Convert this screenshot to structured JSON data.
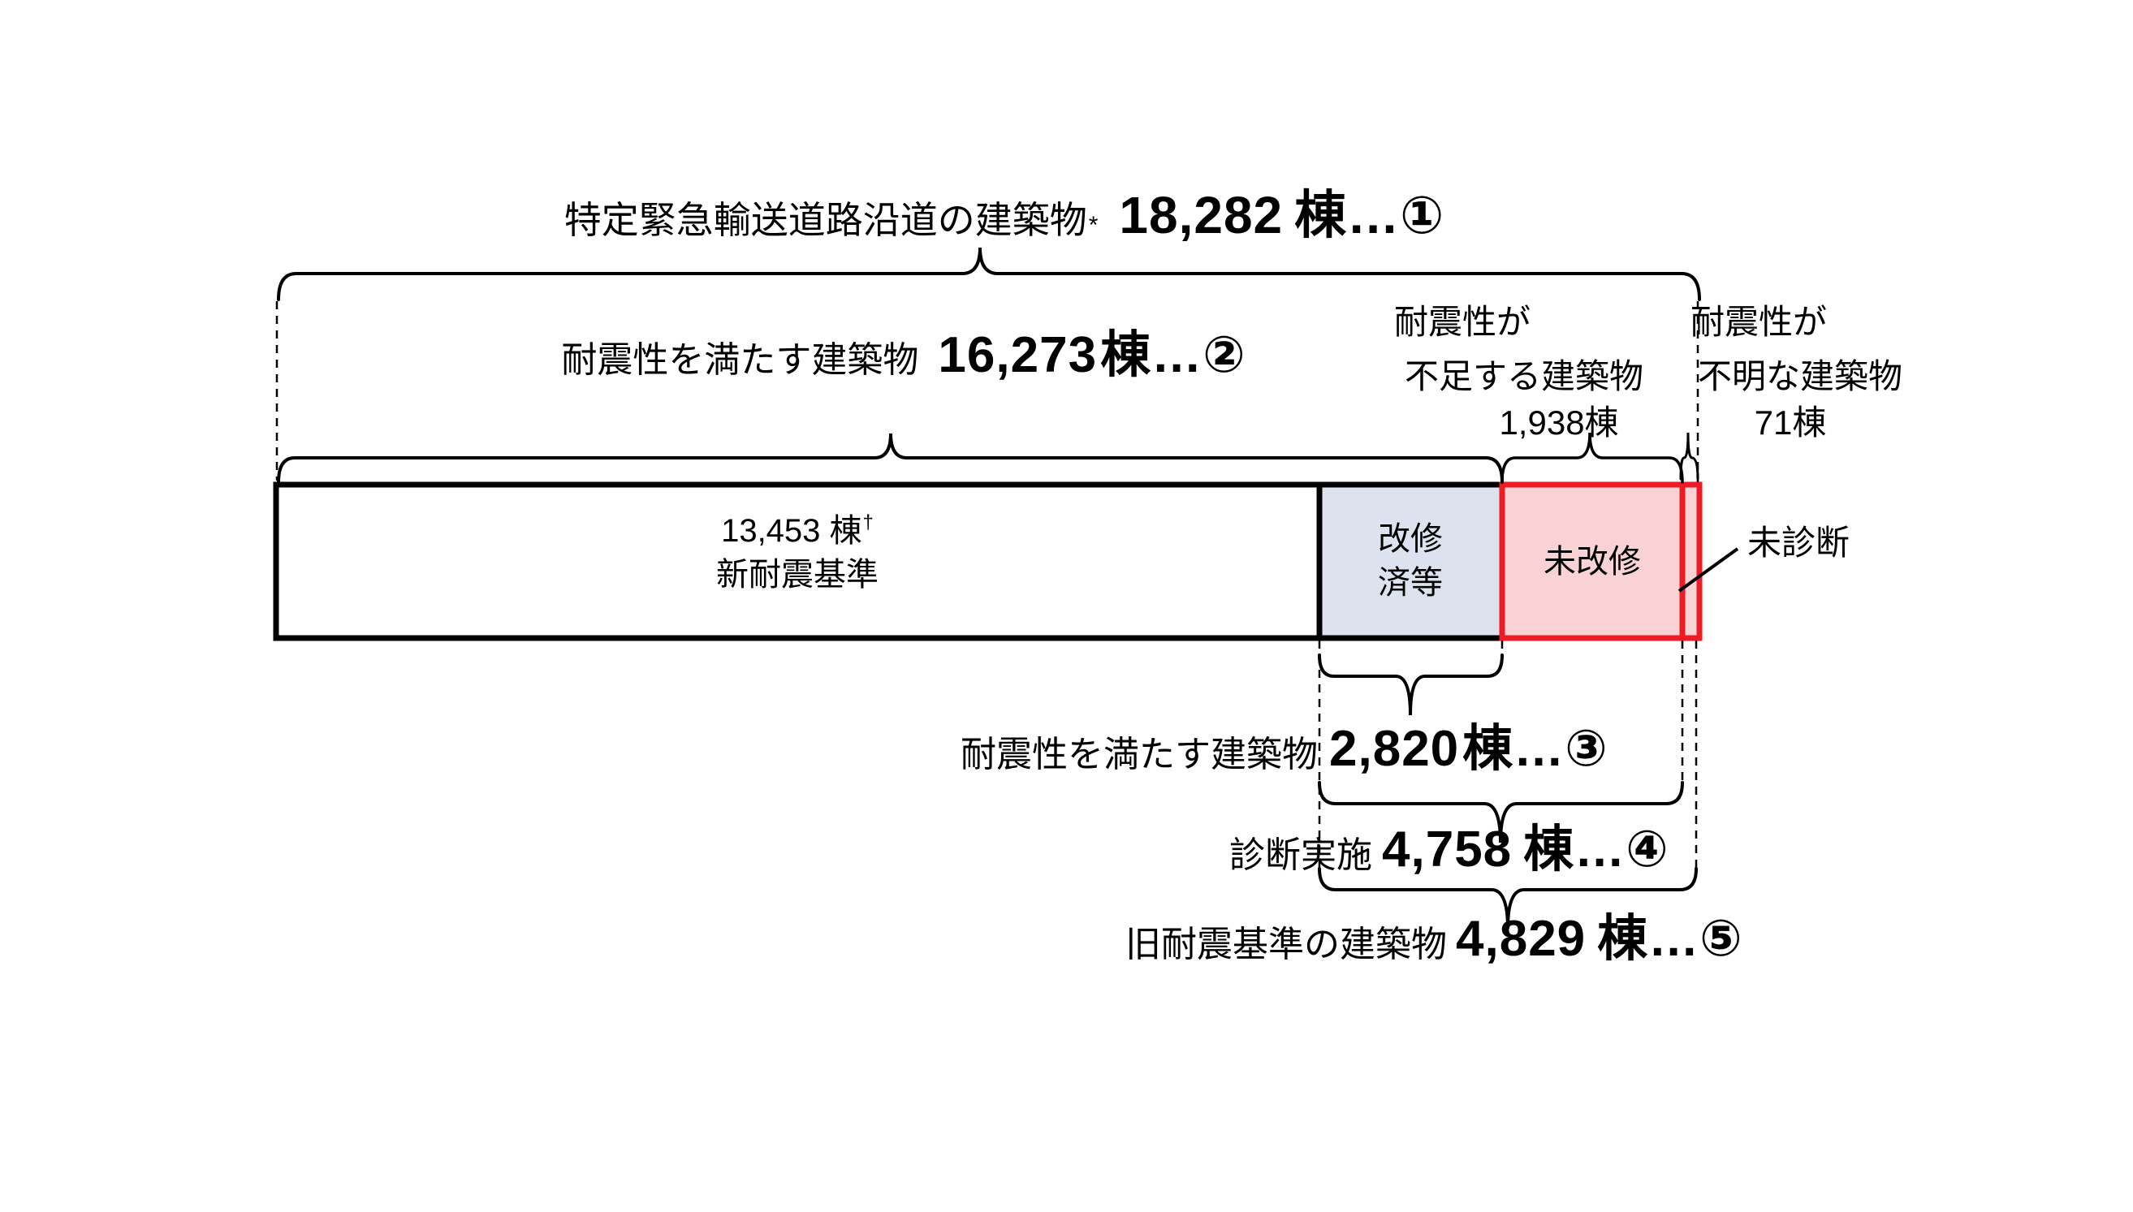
{
  "chart_data": {
    "type": "bar",
    "orientation": "horizontal-proportional",
    "title": "特定緊急輸送道路沿道の建築物* 18,282棟…①",
    "unit": "棟",
    "categories": [
      "新耐震基準",
      "改修済等",
      "未改修",
      "未診断"
    ],
    "values": [
      13453,
      2820,
      1938,
      71
    ],
    "segment_colors": [
      "#ffffff",
      "#dce3ee",
      "#f8d2d4",
      "#f8d2d4"
    ],
    "aggregates": [
      {
        "marker": "①",
        "label": "特定緊急輸送道路沿道の建築物*",
        "value": 18282
      },
      {
        "marker": "②",
        "label": "耐震性を満たす建築物",
        "value": 16273
      },
      {
        "marker": "③",
        "label": "耐震性を満たす建築物",
        "value": 2820
      },
      {
        "marker": "④",
        "label": "診断実施",
        "value": 4758
      },
      {
        "marker": "⑤",
        "label": "旧耐震基準の建築物",
        "value": 4829
      },
      {
        "marker": "",
        "label": "耐震性が不足する建築物",
        "value": 1938
      },
      {
        "marker": "",
        "label": "耐震性が不明な建築物",
        "value": 71
      }
    ],
    "legend_position": "none",
    "grid": false
  },
  "annotations": {
    "level1": {
      "label": "特定緊急輸送道路沿道の建築物",
      "sup": "*",
      "value": "18,282",
      "tail": "棟…①"
    },
    "level2": {
      "label": "耐震性を満たす建築物",
      "value": "16,273",
      "tail": "棟…②"
    },
    "deficient": {
      "line1": "耐震性が",
      "line2": "不足する建築物",
      "line3": "1,938棟"
    },
    "unknown": {
      "line1": "耐震性が",
      "line2": "不明な建築物",
      "line3": "71棟"
    },
    "undiagnosed": "未診断",
    "level3": {
      "label": "耐震性を満たす建築物",
      "value": "2,820",
      "tail": "棟…③"
    },
    "level4": {
      "label": "診断実施",
      "value": "4,758",
      "tail": "棟…④"
    },
    "level5": {
      "label": "旧耐震基準の建築物",
      "value": "4,829",
      "tail": "棟…⑤"
    }
  },
  "bar": {
    "new_standard": {
      "line1": "13,453 棟",
      "sup": "†",
      "line2": "新耐震基準"
    },
    "retrofitted": {
      "line1": "改修",
      "line2": "済等"
    },
    "not_retrofitted": "未改修"
  },
  "colors": {
    "retrofitted_fill": "#dce3ee",
    "not_retrofitted_fill": "#f8d2d4",
    "red_border": "#ed1c24",
    "black": "#000000",
    "background": "#ffffff"
  }
}
